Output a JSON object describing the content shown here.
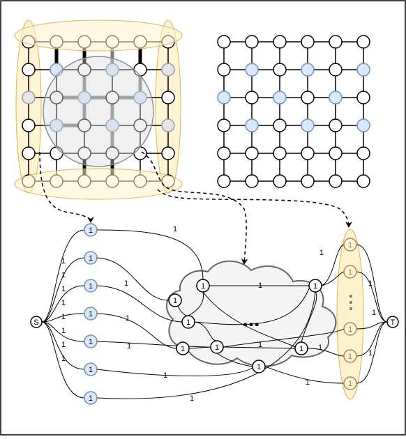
{
  "colors": {
    "node_fill": "#ffffff",
    "node_stroke": "#000000",
    "blue_fill": "#dae8fc",
    "blue_stroke": "#6c8ebf",
    "grey_fill": "#e6e6e6",
    "band_fill": "#fff2cc",
    "band_stroke": "#d6b656",
    "cloud_fill": "#f5f5f5",
    "cloud_stroke": "#666666"
  },
  "labels": {
    "source": "S",
    "sink": "T",
    "capacity": "1",
    "ellipsis_cloud": "...",
    "ellipsis_vertical": "⋮"
  }
}
